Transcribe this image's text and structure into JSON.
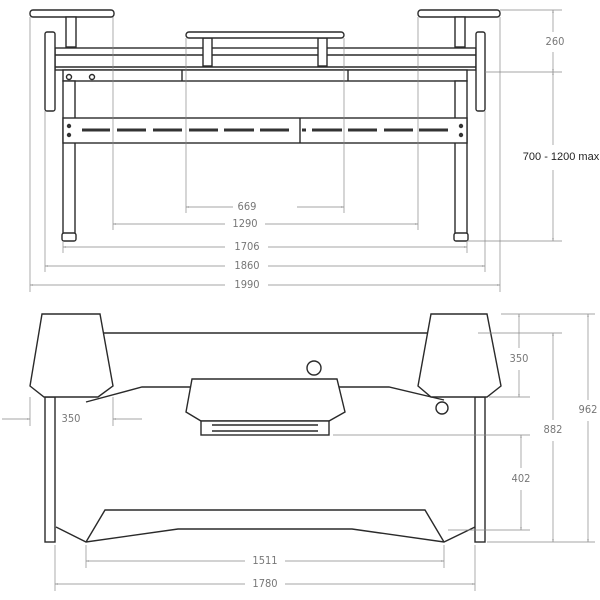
{
  "front_view": {
    "dimensions": {
      "shelf_height": "260",
      "leg_height": "700 - 1200 max",
      "shelf_span": "669",
      "speaker_span": "1290",
      "leg_span": "1706",
      "frame_width": "1860",
      "overall_width": "1990"
    }
  },
  "top_view": {
    "dimensions": {
      "speaker_overhang": "350",
      "speaker_depth": "350",
      "lower_depth": "402",
      "desk_depth": "882",
      "overall_depth": "962",
      "shelf_width": "1511",
      "desk_width": "1780"
    }
  },
  "colors": {
    "line": "#2a2a2a",
    "dimension": "#888888"
  }
}
